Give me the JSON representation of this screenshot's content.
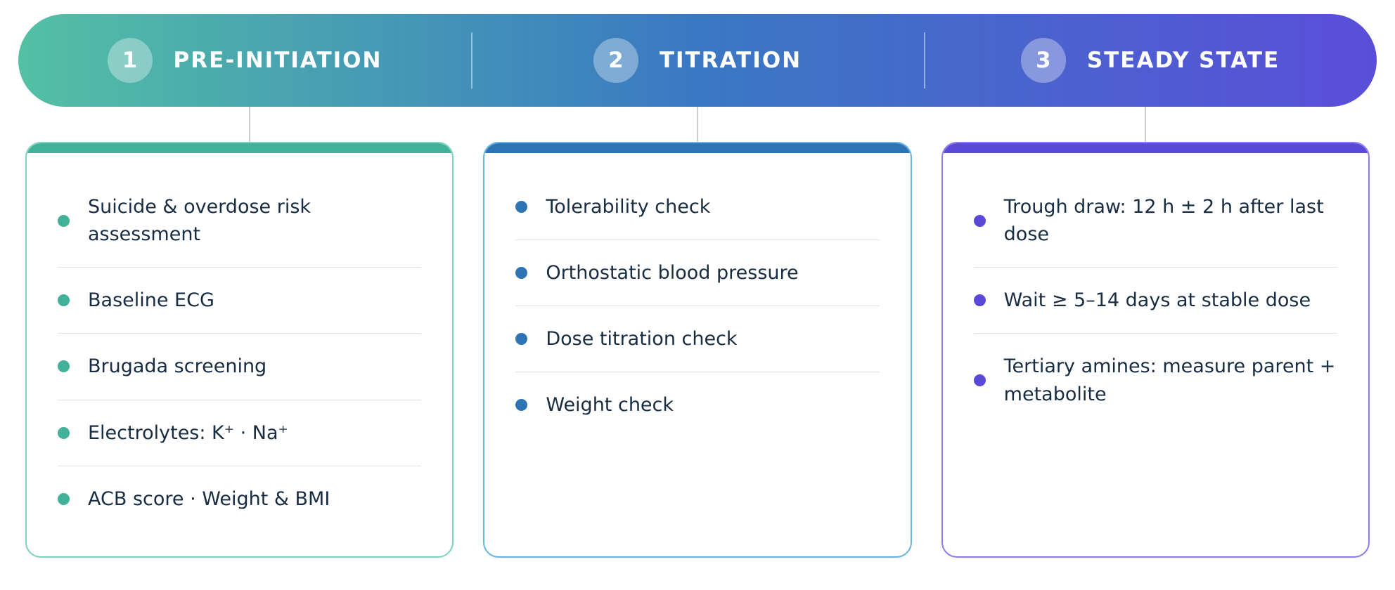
{
  "header": {
    "gradient": [
      "#53c0a4",
      "#3a78c3",
      "#5a4ed9"
    ]
  },
  "phases": [
    {
      "number": "1",
      "label": "PRE-INITIATION",
      "accent": "#41b199",
      "border": "#7ed3bd",
      "items": [
        "Suicide & overdose risk assessment",
        "Baseline ECG",
        "Brugada screening",
        "Electrolytes: K⁺ · Na⁺",
        "ACB score · Weight & BMI"
      ]
    },
    {
      "number": "2",
      "label": "TITRATION",
      "accent": "#2e74b5",
      "border": "#66b5e2",
      "items": [
        "Tolerability check",
        "Orthostatic blood pressure",
        "Dose titration check",
        "Weight check"
      ]
    },
    {
      "number": "3",
      "label": "STEADY STATE",
      "accent": "#5a49d8",
      "border": "#8f7ce9",
      "items": [
        "Trough draw: 12 h ± 2 h after last dose",
        "Wait ≥ 5–14 days at stable dose",
        "Tertiary amines: measure parent + metabolite"
      ]
    }
  ]
}
